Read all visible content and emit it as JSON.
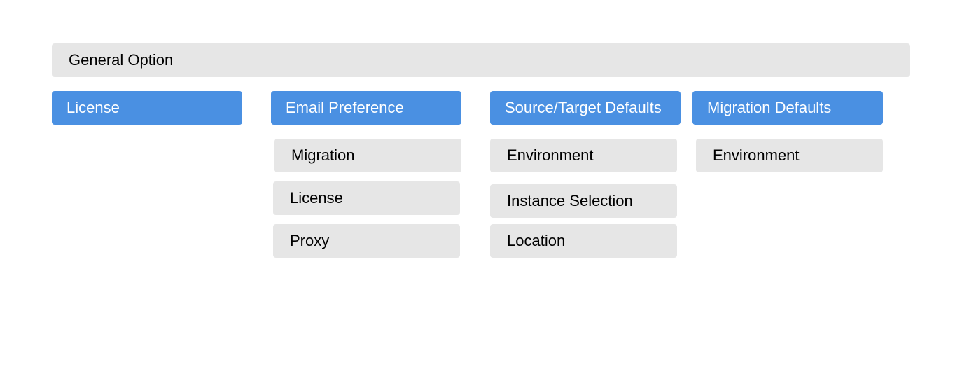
{
  "colors": {
    "category_blue": "#4a90e2",
    "item_grey": "#e6e6e6",
    "category_text": "#ffffff",
    "item_text": "#000000"
  },
  "header": {
    "label": "General Option"
  },
  "columns": [
    {
      "label": "License",
      "items": []
    },
    {
      "label": "Email Preference",
      "items": [
        "Migration",
        "License",
        "Proxy"
      ]
    },
    {
      "label": "Source/Target Defaults",
      "items": [
        "Environment",
        "Instance Selection",
        "Location"
      ]
    },
    {
      "label": "Migration Defaults",
      "items": [
        "Environment"
      ]
    }
  ]
}
